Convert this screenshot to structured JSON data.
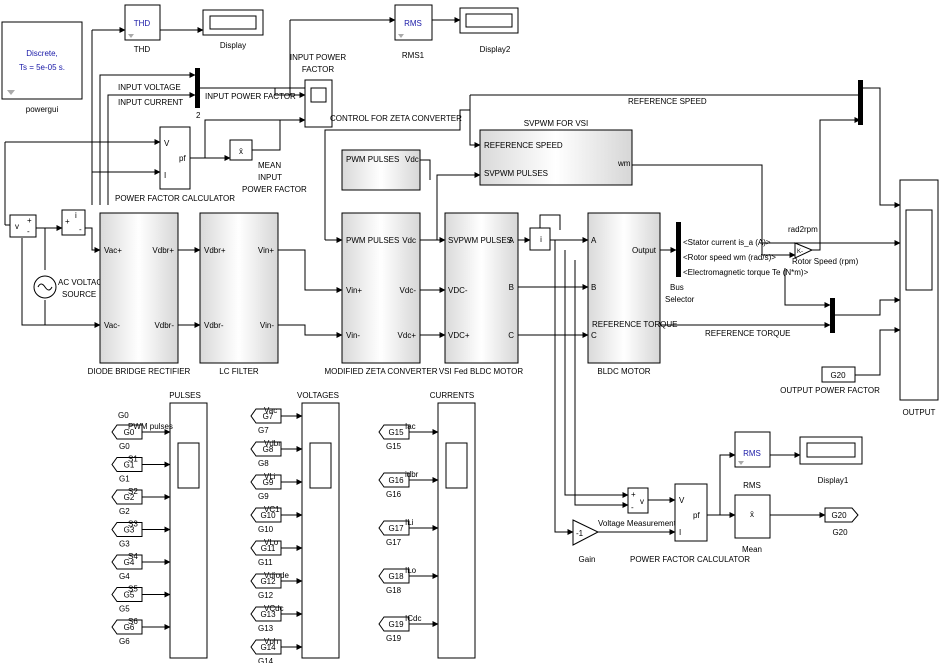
{
  "powergui": {
    "line1": "Discrete,",
    "line2": "Ts = 5e-05 s.",
    "label": "powergui"
  },
  "thd": {
    "block": "THD",
    "label": "THD"
  },
  "display_top": {
    "label": "Display"
  },
  "rms_top": {
    "block": "RMS",
    "label": "RMS1"
  },
  "display2": {
    "label": "Display2"
  },
  "input_pf": {
    "line1": "INPUT POWER",
    "line2": "FACTOR"
  },
  "mux_top": {
    "in1": "INPUT VOLTAGE",
    "in2": "INPUT CURRENT",
    "out": "INPUT POWER FACTOR",
    "num": "2"
  },
  "pf_calc_top": {
    "port_v": "V",
    "port_i": "I",
    "port_pf": "pf",
    "label": "POWER FACTOR CALCULATOR"
  },
  "mean_input_pf": {
    "symbol": "x̄",
    "line1": "MEAN",
    "line2": "INPUT",
    "line3": "POWER FACTOR"
  },
  "control_zeta": {
    "label": "CONTROL FOR ZETA CONVERTER",
    "in": "PWM PULSES",
    "out": "Vdc"
  },
  "svpwm": {
    "title": "SVPWM FOR VSI",
    "in1": "REFERENCE SPEED",
    "in2": "SVPWM PULSES",
    "out": "wm"
  },
  "ref_speed": {
    "label": "REFERENCE SPEED"
  },
  "vsensor": {
    "v": "v",
    "plus": "+",
    "minus": "-"
  },
  "isensor": {
    "plus": "+",
    "i": "i",
    "minus": "-"
  },
  "ac_source": {
    "line1": "AC VOLTAGE",
    "line2": "SOURCE"
  },
  "rectifier": {
    "in1": "Vac+",
    "in2": "Vac-",
    "out1": "Vdbr+",
    "out2": "Vdbr-",
    "label": "DIODE BRIDGE RECTIFIER"
  },
  "lc_filter": {
    "in1": "Vdbr+",
    "in2": "Vdbr-",
    "out1": "Vin+",
    "out2": "Vin-",
    "label": "LC FILTER"
  },
  "zeta": {
    "in0": "PWM PULSES",
    "in1": "Vin+",
    "in2": "Vin-",
    "out0": "Vdc",
    "out1": "Vdc-",
    "out2": "Vdc+",
    "label": "MODIFIED ZETA CONVERTER"
  },
  "vsi": {
    "in0": "SVPWM PULSES",
    "in1": "VDC-",
    "in2": "VDC+",
    "outa": "A",
    "outb": "B",
    "outc": "C",
    "label": "VSI Fed BLDC MOTOR"
  },
  "bldc": {
    "a": "A",
    "b": "B",
    "c": "C",
    "out": "Output",
    "ref": "REFERENCE TORQUE",
    "label": "BLDC MOTOR"
  },
  "bus_selector": {
    "s1": "<Stator current is_a (A)>",
    "s2": "<Rotor speed wm (rad/s)>",
    "s3": "<Electromagnetic torque Te (N*m)>",
    "line1": "Bus",
    "line2": "Selector"
  },
  "rad2rpm": {
    "label": "rad2rpm",
    "gain": "K-",
    "out": "Rotor Speed (rpm)"
  },
  "ref_torque": {
    "label": "REFERENCE TORQUE"
  },
  "output_pf_tag": {
    "tag": "G20",
    "label": "OUTPUT POWER FACTOR"
  },
  "output_scope": {
    "label": "OUTPUT"
  },
  "pulses": {
    "title": "PULSES",
    "from_tag": "G0",
    "rows": [
      {
        "tag": "G0",
        "sig": "PWM pulses",
        "below": "G0"
      },
      {
        "tag": "G1",
        "sig": "S1",
        "below": "G1"
      },
      {
        "tag": "G2",
        "sig": "S2",
        "below": "G2"
      },
      {
        "tag": "G3",
        "sig": "S3",
        "below": "G3"
      },
      {
        "tag": "G4",
        "sig": "S4",
        "below": "G4"
      },
      {
        "tag": "G5",
        "sig": "S5",
        "below": "G5"
      },
      {
        "tag": "G6",
        "sig": "S6",
        "below": "G6"
      }
    ]
  },
  "voltages": {
    "title": "VOLTAGES",
    "rows": [
      {
        "tag": "G7",
        "sig": "Vac",
        "below": "G7"
      },
      {
        "tag": "G8",
        "sig": "Vdbr",
        "below": "G8"
      },
      {
        "tag": "G9",
        "sig": "VLi",
        "below": "G9"
      },
      {
        "tag": "G10",
        "sig": "VC1",
        "below": "G10"
      },
      {
        "tag": "G11",
        "sig": "VLo",
        "below": "G11"
      },
      {
        "tag": "G12",
        "sig": "Vdiode",
        "below": "G12"
      },
      {
        "tag": "G13",
        "sig": "VCdc",
        "below": "G13"
      },
      {
        "tag": "G14",
        "sig": "Vph",
        "below": "G14"
      }
    ]
  },
  "currents": {
    "title": "CURRENTS",
    "rows": [
      {
        "tag": "G15",
        "sig": "Iac",
        "below": "G15"
      },
      {
        "tag": "G16",
        "sig": "idbr",
        "below": "G16"
      },
      {
        "tag": "G17",
        "sig": "ILi",
        "below": "G17"
      },
      {
        "tag": "G18",
        "sig": "ILo",
        "below": "G18"
      },
      {
        "tag": "G19",
        "sig": "ICdc",
        "below": "G19"
      }
    ]
  },
  "rms_bottom": {
    "block": "RMS",
    "label": "RMS"
  },
  "display1": {
    "label": "Display1"
  },
  "vmeas": {
    "plus": "+",
    "minus": "-",
    "v": "v",
    "label": "Voltage Measurement1"
  },
  "gain": {
    "value": "-1",
    "label": "Gain"
  },
  "pf_calc_bottom": {
    "port_v": "V",
    "port_i": "I",
    "port_pf": "pf",
    "label": "POWER FACTOR CALCULATOR"
  },
  "mean_bottom": {
    "symbol": "x̄",
    "label": "Mean"
  },
  "goto_g20": {
    "tag": "G20",
    "below": "G20"
  }
}
